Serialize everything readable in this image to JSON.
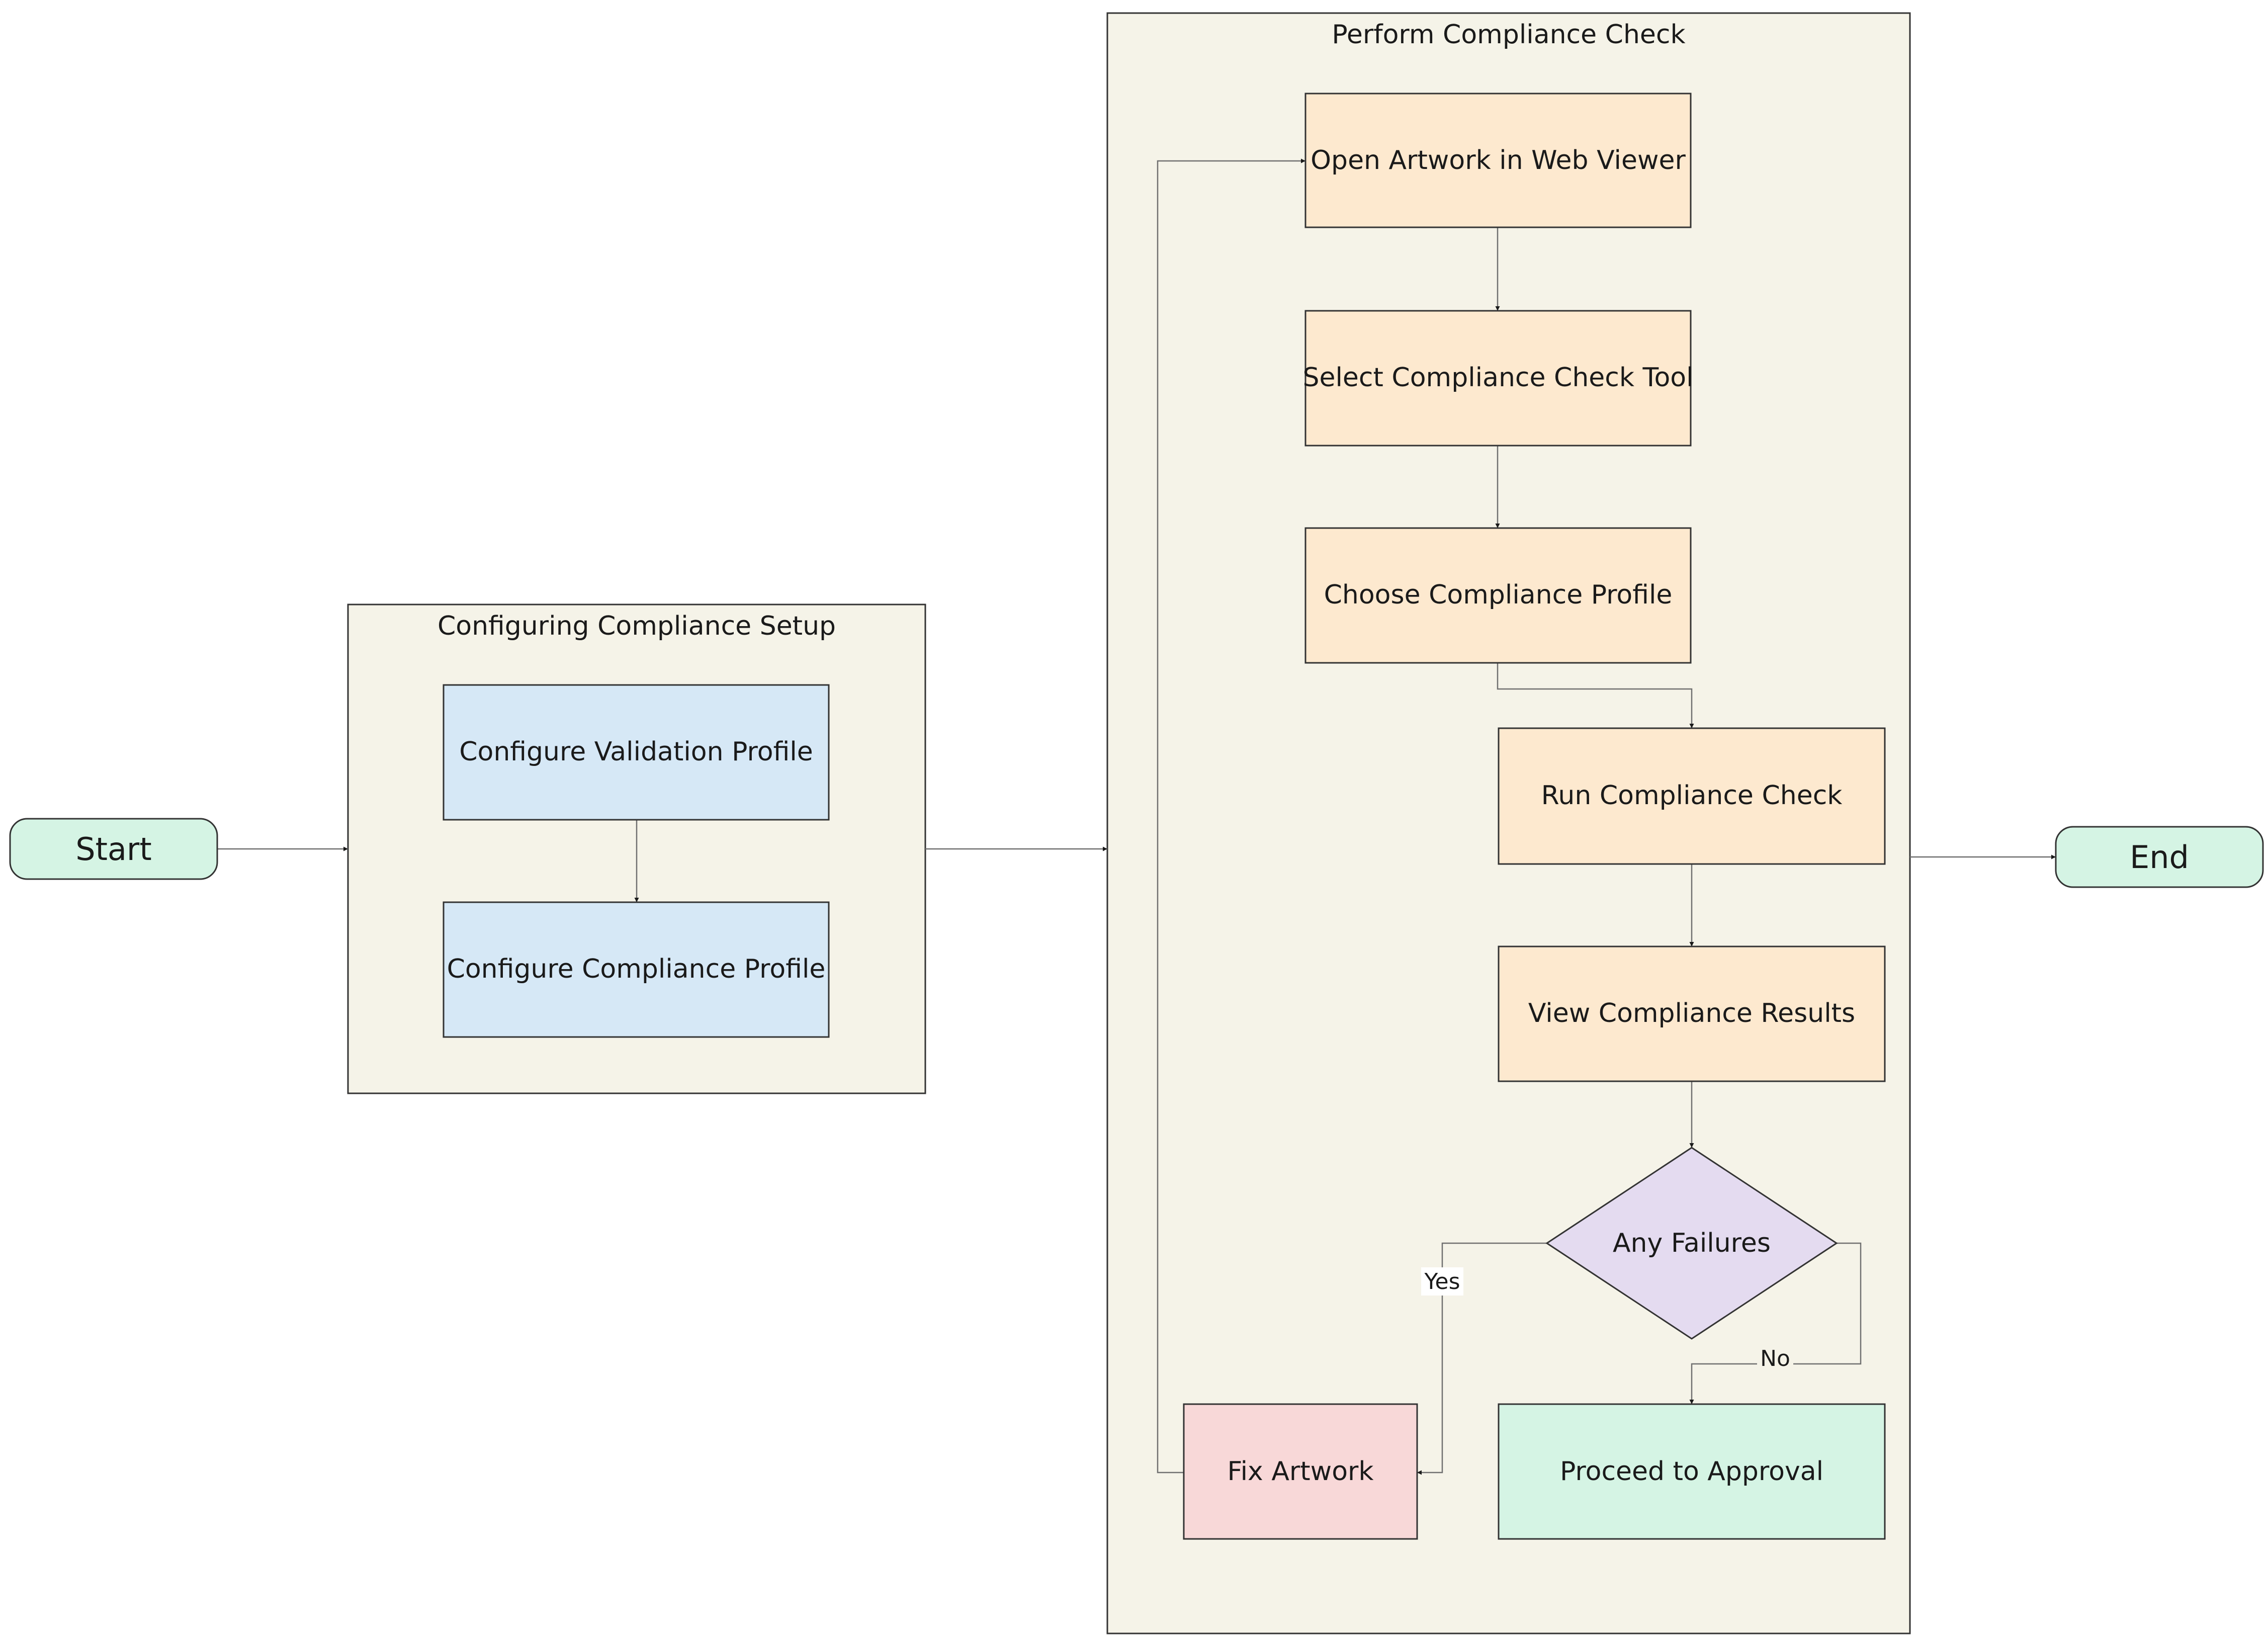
{
  "colors": {
    "container_fill": "#f5f3e8",
    "terminal_fill": "#d5f4e4",
    "setup_step_fill": "#d6e8f6",
    "check_step_fill": "#fde9cf",
    "decision_fill": "#e4dbf0",
    "fix_fill": "#f8d8d8",
    "approval_fill": "#d5f4e4",
    "stroke": "#333333",
    "connector": "#707070"
  },
  "terminals": {
    "start": "Start",
    "end": "End"
  },
  "groups": {
    "setup": {
      "title": "Configuring Compliance Setup"
    },
    "check": {
      "title": "Perform Compliance Check"
    }
  },
  "nodes": {
    "configure_validation": "Configure Validation Profile",
    "configure_compliance": "Configure Compliance Profile",
    "open_artwork": "Open Artwork in Web Viewer",
    "select_tool": "Select Compliance Check Tool",
    "choose_profile": "Choose Compliance Profile",
    "run_check": "Run Compliance Check",
    "view_results": "View Compliance Results",
    "decision": "Any Failures",
    "fix_artwork": "Fix Artwork",
    "proceed_approval": "Proceed to Approval"
  },
  "edge_labels": {
    "yes": "Yes",
    "no": "No"
  }
}
